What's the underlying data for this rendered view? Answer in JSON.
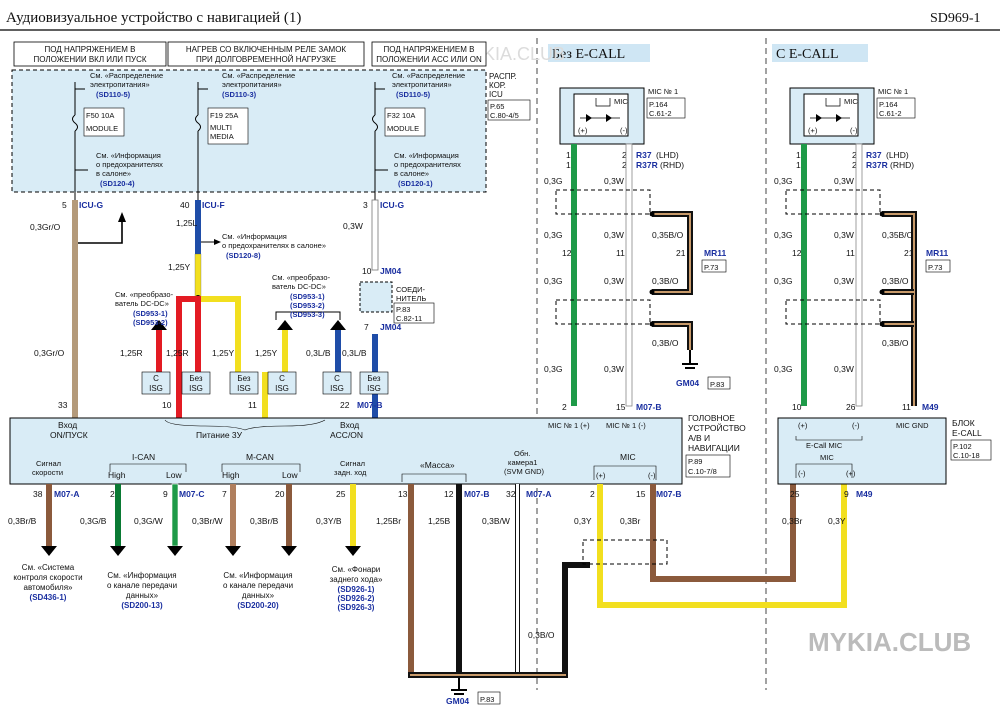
{
  "header": {
    "title": "Аудиовизуальное устройство с навигацией (1)",
    "code": "SD969-1"
  },
  "watermarks": {
    "top": "MYKIA.CLUB",
    "bottom": "MYKIA.CLUB"
  },
  "sections": {
    "without_ecall": "Без E-CALL",
    "with_ecall": "С E-CALL"
  },
  "power_labels": {
    "p1": [
      "ПОД НАПРЯЖЕНИЕМ В",
      "ПОЛОЖЕНИИ ВКЛ ИЛИ ПУСК"
    ],
    "p2": [
      "НАГРЕВ СО ВКЛЮЧЕННЫМ РЕЛЕ ЗАМОК",
      "ПРИ ДОЛГОВРЕМЕННОЙ НАГРУЗКЕ"
    ],
    "p3": [
      "ПОД НАПРЯЖЕНИЕМ В",
      "ПОЛОЖЕНИИ ACC ИЛИ ON"
    ]
  },
  "icu": {
    "title": [
      "РАСПР.",
      "КОР.",
      "ICU"
    ],
    "ref": [
      "P.65",
      "C.80-4/5"
    ],
    "see_dist": [
      "См. «Распределение",
      "электропитания»"
    ],
    "see_info": [
      "См. «Информация",
      "о предохранителях",
      "в салоне»"
    ],
    "fuses": [
      {
        "name": [
          "F50 10A",
          "MODULE"
        ],
        "sd_dist": "(SD110-5)",
        "sd_info": "(SD120-4)",
        "pin": "5",
        "conn": "ICU-G",
        "wire": "0,3Gr/O"
      },
      {
        "name": [
          "F19 25A",
          "MULTI",
          "MEDIA"
        ],
        "sd_dist": "(SD110-3)",
        "pin": "40",
        "conn": "ICU-F",
        "wire": "1,25L"
      },
      {
        "name": [
          "F32 10A",
          "MODULE"
        ],
        "sd_dist": "(SD110-5)",
        "sd_info": "(SD120-1)",
        "pin": "3",
        "conn": "ICU-G",
        "wire": "0,3W"
      }
    ]
  },
  "info_ref": {
    "text": [
      "См. «Информация",
      "о предохранителях в салоне»"
    ],
    "sd": "(SD120-8)"
  },
  "dcdc_left": {
    "text": [
      "См. «преобразо-",
      "ватель DC-DC»"
    ],
    "sd": [
      "(SD953-1)",
      "(SD953-2)"
    ]
  },
  "dcdc_right": {
    "text": [
      "См. «преобразо-",
      "ватель DC-DC»"
    ],
    "sd": [
      "(SD953-1)",
      "(SD953-2)",
      "(SD953-3)"
    ]
  },
  "joint": {
    "top_pin": "10",
    "top_conn": "JM04",
    "bottom_pin": "7",
    "bottom_conn": "JM04",
    "label": [
      "СОЕДИ-",
      "НИТЕЛЬ"
    ],
    "ref": [
      "P.83",
      "C.82-11"
    ]
  },
  "wires": {
    "w125y": "1,25Y",
    "w125r_a": "1,25R",
    "w125r_b": "1,25R",
    "w125y_a": "1,25Y",
    "w125y_b": "1,25Y",
    "w03lb": "0,3L/B",
    "w03lb_b": "0,3L/B",
    "w03gro": "0,3Gr/O"
  },
  "isg": {
    "with": [
      "С",
      "ISG"
    ],
    "without": [
      "Без",
      "ISG"
    ]
  },
  "unit": {
    "pins_top": {
      "p33": "33",
      "p10": "10",
      "p11": "11",
      "p22": "22",
      "conn": "M07-B"
    },
    "in_on": [
      "Вход",
      "ON/ПУСК"
    ],
    "in_acc": [
      "Вход",
      "ACC/ON"
    ],
    "charge": "Питание 3У",
    "title": [
      "ГОЛОВНОЕ",
      "УСТРОЙСТВО",
      "А/В И",
      "НАВИГАЦИИ"
    ],
    "ref": [
      "P.89",
      "C.10-7/8"
    ],
    "mic_pins_top": [
      "MIC № 1 (+)",
      "MIC № 1 (-)"
    ],
    "speed": [
      "Сигнал",
      "скорости"
    ],
    "ican": "I-CAN",
    "mcan": "M-CAN",
    "high": "High",
    "low": "Low",
    "rev": [
      "Сигнал",
      "задн. ход"
    ],
    "mass": "«Масса»",
    "cam": [
      "Обн.",
      "камера1",
      "(SVM GND)"
    ],
    "mic": "MIC",
    "plus": "(+)",
    "minus": "(-)",
    "bottom_pins": [
      "38",
      "2",
      "9",
      "7",
      "20",
      "25",
      "13",
      "12",
      "32",
      "2",
      "15"
    ],
    "bottom_conns": {
      "a": "M07-A",
      "c": "M07-C",
      "b": "M07-B",
      "a2": "M07-A",
      "b2": "M07-B"
    },
    "bottom_wires": [
      "0,3Br/B",
      "0,3G/B",
      "0,3G/W",
      "0,3Br/W",
      "0,3Br/B",
      "0,3Y/B",
      "1,25Br",
      "1,25B",
      "0,3B/W",
      "0,3Y",
      "0,3Br"
    ]
  },
  "bottom_refs": [
    {
      "text": [
        "См. «Система",
        "контроля скорости",
        "автомобиля»"
      ],
      "sd": [
        "(SD436-1)"
      ]
    },
    {
      "text": [
        "См. «Информация",
        "о канале передачи",
        "данных»"
      ],
      "sd": [
        "(SD200-13)"
      ]
    },
    {
      "text": [
        "См. «Информация",
        "о канале передачи",
        "данных»"
      ],
      "sd": [
        "(SD200-20)"
      ]
    },
    {
      "text": [
        "См. «Фонари",
        "заднего хода»"
      ],
      "sd": [
        "(SD926-1)",
        "(SD926-2)",
        "(SD926-3)"
      ]
    }
  ],
  "ground": {
    "name": "GM04",
    "ref": "P.83"
  },
  "mic_block": {
    "title": "MIC № 1",
    "ref": [
      "P.164",
      "C.61-2"
    ],
    "inner": "MIC",
    "plus": "(+)",
    "minus": "(-)",
    "pins": [
      "1",
      "2",
      "1",
      "2"
    ],
    "r37": "R37",
    "lhd": "(LHD)",
    "r37r": "R37R",
    "rhd": "(RHD)",
    "w03g": "0,3G",
    "w03w": "0,3W",
    "w035": "0,35B/O",
    "w03bo": "0,3B/O",
    "p12": "12",
    "p11": "11",
    "p21": "21",
    "mr11": "MR11",
    "p73": "P.73",
    "gnd_bo": "0,3B/O"
  },
  "left_mic": {
    "p2": "2",
    "p15": "15",
    "conn": "M07-B"
  },
  "right_mic": {
    "p10": "10",
    "p26": "26",
    "p11": "11",
    "conn": "M49"
  },
  "ecall": {
    "title": [
      "БЛОК",
      "E-CALL"
    ],
    "ref": [
      "P.102",
      "C.10-18"
    ],
    "mic": "E-Call MIC",
    "mic_gnd": "MIC GND",
    "mic2": "MIC",
    "pins": [
      "25",
      "9"
    ],
    "conn": "M49",
    "w1": "0,3Br",
    "w2": "0,3Y"
  },
  "colors": {
    "green": "#1e9a48",
    "tan": "#b49a7a",
    "blue": "#1f4da8",
    "yellow": "#f2df1f",
    "red": "#e31b23",
    "brown": "#8b5a3c",
    "panel": "#d9ecf6"
  }
}
